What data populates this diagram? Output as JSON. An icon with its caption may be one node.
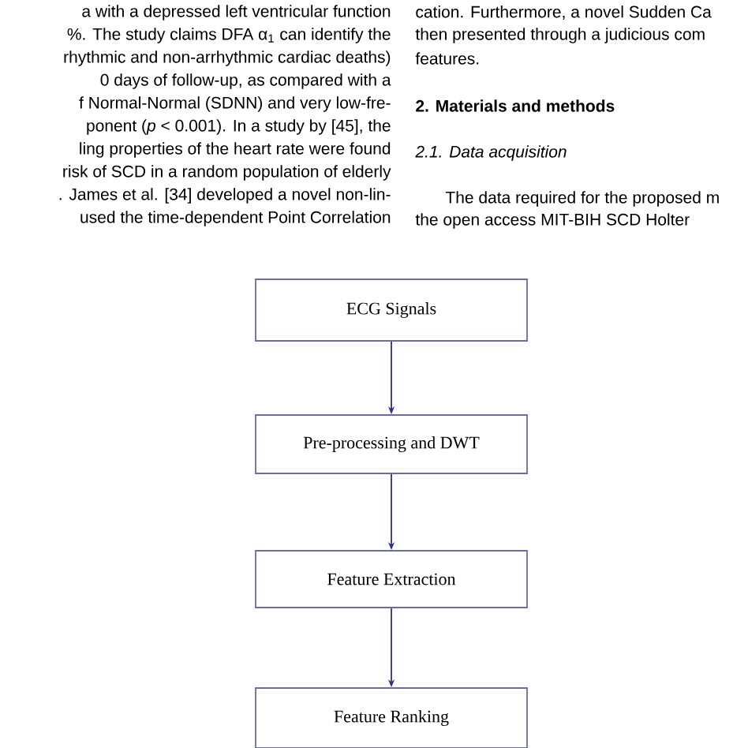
{
  "diagram": {
    "nodes": [
      {
        "text": [
          "ECG Signals"
        ]
      },
      {
        "text": [
          "Pre-processing and DWT"
        ]
      },
      {
        "text": [
          "Feature Extraction"
        ]
      },
      {
        "text": [
          "Feature Ranking"
        ]
      }
    ],
    "edges": [
      {
        "from": 0,
        "to": 1,
        "arrow": "to"
      },
      {
        "from": 1,
        "to": 2,
        "arrow": "to"
      },
      {
        "from": 2,
        "to": 3,
        "arrow": "to"
      }
    ],
    "labels": [
      "a with a depressed left ventricular function",
      "%. The study claims DFA α$_{1}$ can identify the",
      "rhythmic and non-arrhythmic cardiac deaths)",
      "0 days of follow-up, as compared with a",
      "f Normal-Normal (SDNN) and very low-fre-",
      "ponent (*p* < 0.001). In a study by [45], the",
      "ling properties of the heart rate were found",
      "risk of SCD in a random population of elderly",
      ". James et al. [34] developed a novel non-lin-",
      "used the time-dependent Point Correlation",
      "cation. Furthermore, a novel Sudden Ca",
      "then presented through a judicious com",
      "features.",
      "2. Materials and methods",
      "2.1. Data acquisition",
      "The data required for the proposed m",
      "the open access MIT-BIH SCD Holter"
    ]
  }
}
